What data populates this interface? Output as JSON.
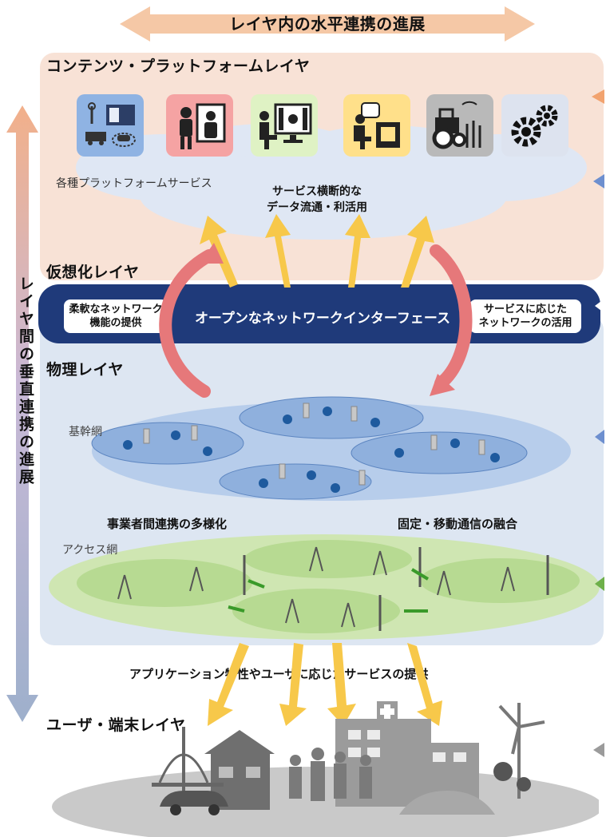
{
  "top_arrow_label": "レイヤ内の水平連携の進展",
  "vertical_arrow_label": "レイヤ間の垂直連携の進展",
  "content_layer": {
    "title": "コンテンツ・プラットフォームレイヤ",
    "services_label": "各種プラットフォームサービス",
    "data_label": "サービス横断的な\nデータ流通・利活用"
  },
  "virtual_layer": {
    "title": "仮想化レイヤ",
    "left_pill": "柔軟なネットワーク\n機能の提供",
    "center_label": "オープンなネットワークインターフェース",
    "right_pill": "サービスに応じた\nネットワークの活用"
  },
  "physical_layer": {
    "title": "物理レイヤ",
    "backbone_label": "基幹網",
    "access_label": "アクセス網",
    "left_caption": "事業者間連携の多様化",
    "right_caption": "固定・移動通信の融合"
  },
  "provision_label": "アプリケーション特性やユーザに応じたサービスの提供",
  "user_layer": {
    "title": "ユーザ・端末レイヤ"
  },
  "colors": {
    "content_bg": "#f8e2d6",
    "physical_bg": "#dde6f2",
    "virtual_band": "#1f3a7a",
    "yellow_arrow": "#f7c84a",
    "red_arrow": "#e06b6b",
    "backbone_ring": "#a9c4e4",
    "access_ring": "#c9e2a8"
  },
  "icons": [
    "map-mobility-icon",
    "doctor-consultation-icon",
    "education-screen-icon",
    "delivery-box-icon",
    "tractor-farming-icon",
    "gears-icon"
  ]
}
